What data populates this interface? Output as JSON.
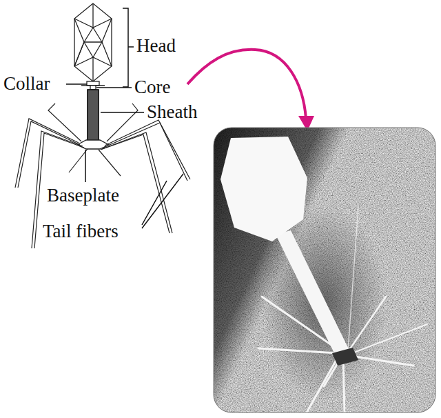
{
  "diagram": {
    "labels": [
      "Head",
      "Collar",
      "Core",
      "Sheath",
      "Baseplate",
      "Tail fibers"
    ]
  }
}
